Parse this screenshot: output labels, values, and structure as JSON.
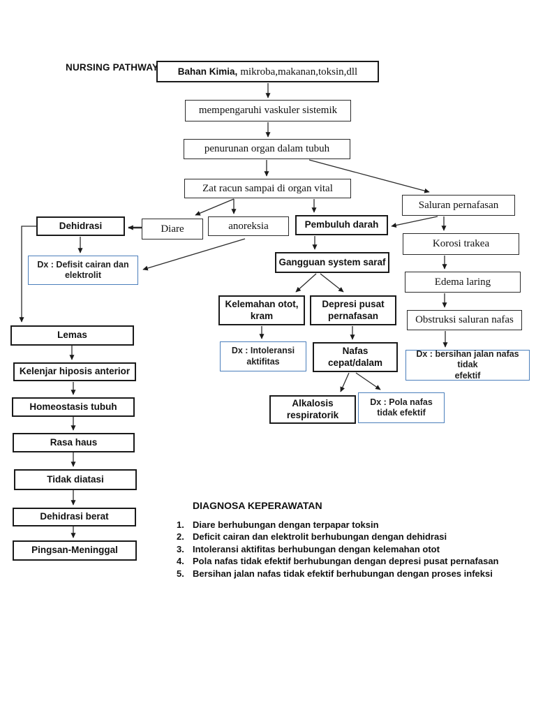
{
  "page": {
    "title": "NURSING PATHWAY",
    "background": "#ffffff"
  },
  "colors": {
    "dx_box_border": "#4a7ebb",
    "box_border": "#1a1a1a",
    "arrow": "#2b2b2b"
  },
  "flowchart": {
    "nodes": {
      "bahan_kimia": {
        "text": "Bahan Kimia, mikroba,makanan,toksin,dll",
        "bold_part": "Bahan Kimia,",
        "serif_part": "mikroba,makanan,toksin,dll"
      },
      "mempengaruhi": "mempengaruhi vaskuler sistemik",
      "penurunan": "penurunan organ dalam tubuh",
      "zat_racun": "Zat racun sampai di organ vital",
      "saluran_pernafasan": "Saluran pernafasan",
      "dehidrasi": "Dehidrasi",
      "diare": "Diare",
      "anoreksia": "anoreksia",
      "pembuluh_darah": "Pembuluh darah",
      "korosi_trakea": "Korosi trakea",
      "dx_defisit": {
        "text": "Dx : Defisit cairan dan elektrolit",
        "lines": [
          "Dx : Defisit cairan dan",
          "elektrolit"
        ]
      },
      "gangguan_saraf": "Gangguan system saraf",
      "edema_laring": "Edema laring",
      "kelemahan": {
        "text": "Kelemahan otot, kram",
        "lines": [
          "Kelemahan otot,",
          "kram"
        ]
      },
      "depresi": {
        "text": "Depresi pusat pernafasan",
        "lines": [
          "Depresi pusat",
          "pernafasan"
        ]
      },
      "obstruksi": "Obstruksi saluran nafas",
      "dx_intoleransi": {
        "text": "Dx : Intoleransi aktifitas",
        "lines": [
          "Dx : Intoleransi",
          "aktifitas"
        ]
      },
      "nafas_cepat": {
        "text": "Nafas cepat/dalam",
        "lines": [
          "Nafas",
          "cepat/dalam"
        ]
      },
      "dx_bersihan": {
        "text": "Dx : bersihan jalan nafas tidak efektif",
        "lines": [
          "Dx : bersihan jalan nafas tidak",
          "efektif"
        ]
      },
      "alkalosis": {
        "text": "Alkalosis respiratorik",
        "lines": [
          "Alkalosis",
          "respiratorik"
        ]
      },
      "dx_pola": {
        "text": "Dx : Pola nafas tidak efektif",
        "lines": [
          "Dx : Pola nafas",
          "tidak efektif"
        ]
      },
      "lemas": "Lemas",
      "kelenjar": "Kelenjar hiposis anterior",
      "homeostasis": "Homeostasis tubuh",
      "rasa_haus": "Rasa haus",
      "tidak_diatasi": "Tidak diatasi",
      "dehidrasi_berat": "Dehidrasi berat",
      "pingsan": "Pingsan-Meninggal"
    }
  },
  "diagnosis": {
    "heading": "DIAGNOSA KEPERAWATAN",
    "items": [
      {
        "num": "1.",
        "text": "Diare berhubungan dengan terpapar toksin"
      },
      {
        "num": "2.",
        "text": "Deficit cairan dan elektrolit berhubungan dengan dehidrasi"
      },
      {
        "num": "3.",
        "text": "Intoleransi aktifitas berhubungan dengan kelemahan otot"
      },
      {
        "num": "4.",
        "text": "Pola nafas tidak efektif berhubungan dengan depresi pusat pernafasan"
      },
      {
        "num": "5.",
        "text": "Bersihan jalan nafas tidak efektif berhubungan dengan proses infeksi"
      }
    ]
  }
}
